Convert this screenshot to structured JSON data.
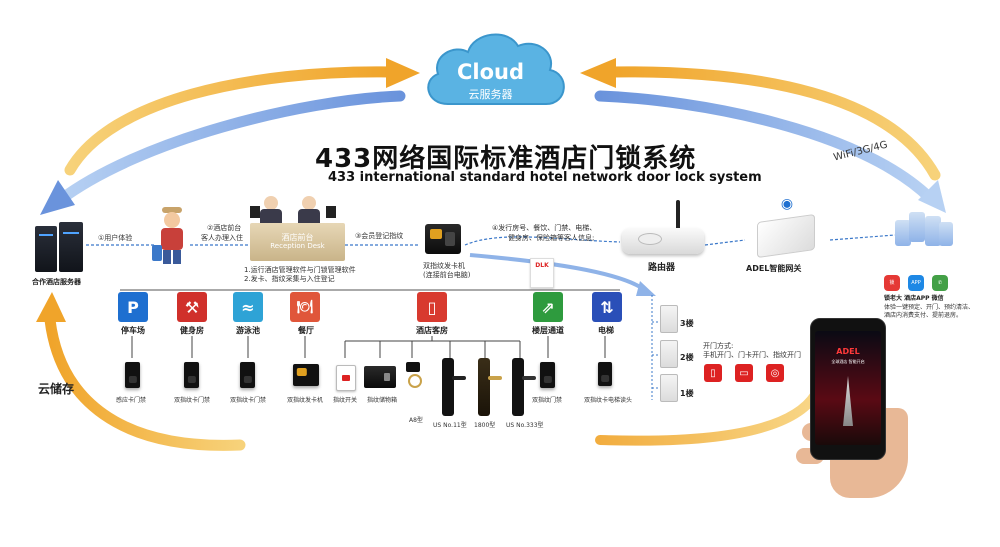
{
  "cloud": {
    "title": "Cloud",
    "subtitle": "云服务器"
  },
  "title": {
    "zh": "433网络国际标准酒店门锁系统",
    "en": "433 international standard hotel network door lock system"
  },
  "network_label": "WiFi/3G/4G",
  "cloud_storage_label": "云储存",
  "server": {
    "label": "合作酒店服务器"
  },
  "steps": {
    "s1": "①用户体验",
    "s2_l1": "②酒店前台",
    "s2_l2": "客人办理入住",
    "s3": "③会员登记指纹",
    "s4_l1": "④发行房号、餐饮、门禁、电梯、",
    "s4_l2": "健身房、保险箱等客人信息;"
  },
  "reception": {
    "sign_zh": "酒店前台",
    "sign_en": "Reception Desk",
    "note1": "1.运行酒店管理软件与门锁管理软件",
    "note2": "2.发卡、指纹采集与入住登记"
  },
  "card_issuer": {
    "l1": "双指纹发卡机",
    "l2": "(连接前台电脑)"
  },
  "router": {
    "label": "路由器"
  },
  "gateway": {
    "label": "ADEL智能网关"
  },
  "apps": {
    "items": [
      {
        "name": "锁老大",
        "color": "#e53935"
      },
      {
        "name": "酒店APP",
        "color": "#1e88e5"
      },
      {
        "name": "微信",
        "color": "#43a047"
      }
    ],
    "labels": "锁老大  酒店APP   微信",
    "desc1": "体验一键预定、开门、预约清洁、",
    "desc2": "酒店内消费支付、提前退房。"
  },
  "categories": [
    {
      "key": "parking",
      "label": "停车场",
      "color": "#1e6fd0",
      "icon": "P"
    },
    {
      "key": "gym",
      "label": "健身房",
      "color": "#d0302b",
      "icon": "⚒"
    },
    {
      "key": "pool",
      "label": "游泳池",
      "color": "#2ea3d6",
      "icon": "≈"
    },
    {
      "key": "restaurant",
      "label": "餐厅",
      "color": "#e0563a",
      "icon": "🍽"
    },
    {
      "key": "room",
      "label": "酒店客房",
      "color": "#d83a2f",
      "icon": "▯"
    },
    {
      "key": "stairs",
      "label": "楼层通道",
      "color": "#2e9b3e",
      "icon": "⇗"
    },
    {
      "key": "elevator",
      "label": "电梯",
      "color": "#2a4fb8",
      "icon": "⇅"
    }
  ],
  "devices": {
    "parking": "感应卡门禁",
    "gym": "双指纹卡门禁",
    "pool": "双指纹卡门禁",
    "restaurant": "双指纹发卡机",
    "switch": "指纹开关",
    "safe": "指纹储物箱",
    "a8": "A8型",
    "us11": "US No.11型",
    "n1800": "1800型",
    "us333": "US No.333型",
    "stairs": "双指纹门禁",
    "elevator": "双指纹卡电梯读头"
  },
  "floors": [
    {
      "label": "3楼"
    },
    {
      "label": "2楼"
    },
    {
      "label": "1楼"
    }
  ],
  "open_methods": {
    "title": "开门方式:",
    "detail": "手机开门、门卡开门、指纹开门"
  },
  "phone": {
    "brand": "ADEL",
    "slogan": "全球酒店  智能开启"
  },
  "brand_sticker": "DLK",
  "colors": {
    "arrow_yellow": "#f2b33a",
    "arrow_blue": "#6f9fe0",
    "cloud": "#5ab3e3",
    "title": "#111111"
  }
}
